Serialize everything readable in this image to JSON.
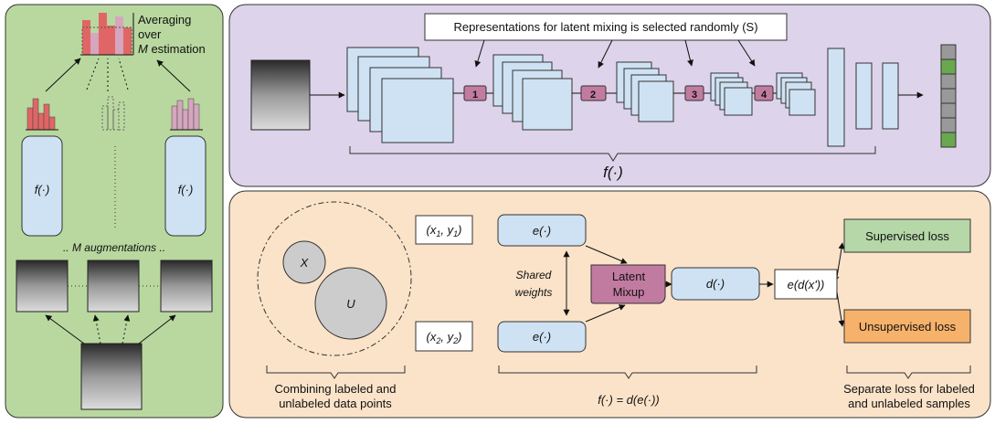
{
  "left_panel": {
    "caption_line1": "Averaging",
    "caption_line2": "over",
    "caption_m": "M",
    "caption_rest": " estimation",
    "f_left": "f(·)",
    "f_right": "f(·)",
    "augmentations": ".. M augmentations .."
  },
  "top_panel": {
    "note": "Representations for latent mixing is selected randomly (S)",
    "mix_points": [
      "1",
      "2",
      "3",
      "4"
    ],
    "function_label": "f(·)"
  },
  "bottom_panel": {
    "set_x": "X",
    "set_u": "U",
    "pair1_a": "(x",
    "pair1_sub": "1",
    "pair1_b": ", y",
    "pair1_sub2": "1",
    "pair1_c": ")",
    "pair2_a": "(x",
    "pair2_sub": "2",
    "pair2_b": ", y",
    "pair2_sub2": "2",
    "pair2_c": ")",
    "encoder_top": "e(·)",
    "encoder_bottom": "e(·)",
    "shared_line1": "Shared",
    "shared_line2": "weights",
    "mixup_line1": "Latent",
    "mixup_line2": "Mixup",
    "decoder": "d(·)",
    "composed": "e(d(x'))",
    "supervised": "Supervised loss",
    "unsupervised": "Unsupervised loss",
    "combine_line1": "Combining labeled and",
    "combine_line2": "unlabeled data points",
    "f_equation": "f(·) = d(e(·))",
    "separate_line1": "Separate loss for labeled",
    "separate_line2": "and unlabeled samples"
  },
  "colors": {
    "green_panel": "#b9d89f",
    "purple_panel": "#ddd3ea",
    "orange_panel": "#fbe3c9",
    "blue_box": "#cfe2f3",
    "mix_marker": "#c27ba0",
    "supervised_fill": "#b6d7a8",
    "unsupervised_fill": "#f6b26b",
    "histogram_red": "#e06666",
    "histogram_pink": "#d5a6bd"
  }
}
